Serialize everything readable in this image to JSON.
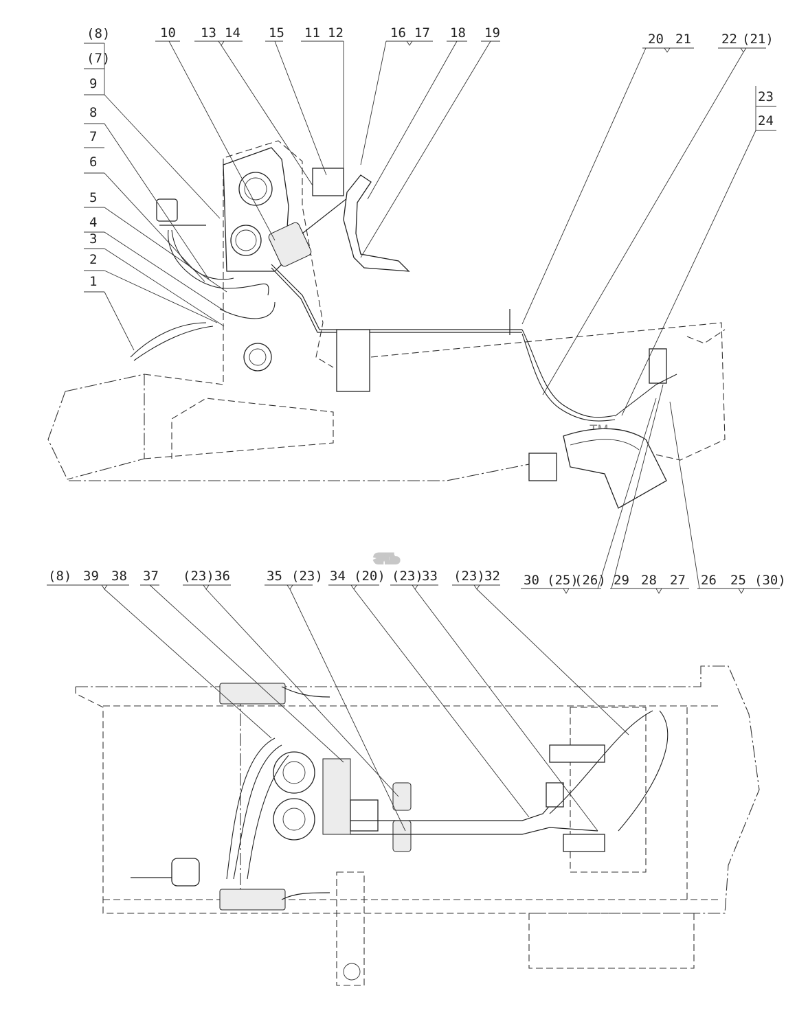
{
  "diagram": {
    "watermark": "ЭПСЬ",
    "watermark_tm": "TM",
    "top_callouts": {
      "left_column": [
        "(8)",
        "(7)",
        "9",
        "8",
        "7",
        "6",
        "5",
        "4",
        "3",
        "2",
        "1"
      ],
      "top_row": [
        "10",
        "13",
        "14",
        "15",
        "11",
        "12",
        "16",
        "17",
        "18",
        "19",
        "20",
        "21",
        "22",
        "(21)"
      ],
      "right_column": [
        "23",
        "24"
      ],
      "bottom_row": [
        "30",
        "(25)",
        "(26)",
        "29",
        "28",
        "27",
        "26",
        "25",
        "(30)"
      ]
    },
    "lower_callouts": [
      "(8)",
      "39",
      "38",
      "37",
      "(23)",
      "36",
      "35",
      "(23)",
      "34",
      "(20)",
      "(23)",
      "33",
      "(23)",
      "32"
    ]
  }
}
